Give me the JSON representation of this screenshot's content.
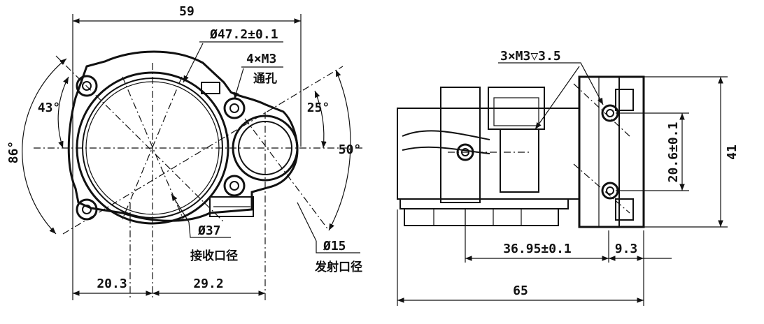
{
  "front_view": {
    "overall_width": "59",
    "flange_diameter": "Ø47.2±0.1",
    "holes": "4×M3",
    "holes_note": "通孔",
    "angle_top_left": "43°",
    "angle_left": "86°",
    "angle_right_small": "25°",
    "angle_right_large": "50°",
    "receive_diameter": "Ø37",
    "receive_label": "接收口径",
    "emit_diameter": "Ø15",
    "emit_label": "发射口径",
    "dim_left": "20.3",
    "dim_right": "29.2"
  },
  "side_view": {
    "holes": "3×M3▽3.5",
    "hole_spacing": "20.6±0.1",
    "height": "41",
    "length_partial": "36.95±0.1",
    "length_flange": "9.3",
    "overall_length": "65"
  },
  "colors": {
    "ink": "#111111",
    "paper": "#ffffff"
  }
}
